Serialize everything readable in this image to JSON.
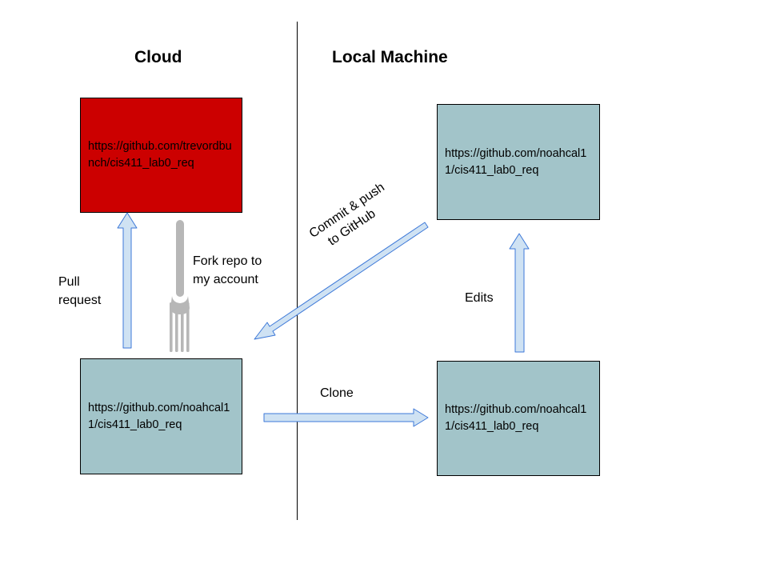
{
  "headings": {
    "cloud": "Cloud",
    "local": "Local Machine"
  },
  "boxes": {
    "upstream": {
      "url": "https://github.com/trevordbunch/cis411_lab0_req",
      "fill": "#cc0000"
    },
    "fork": {
      "url": "https://github.com/noahcal11/cis411_lab0_req",
      "fill": "#a2c4c9"
    },
    "local_edited": {
      "url": "https://github.com/noahcal11/cis411_lab0_req",
      "fill": "#a2c4c9"
    },
    "local_clone": {
      "url": "https://github.com/noahcal11/cis411_lab0_req",
      "fill": "#a2c4c9"
    }
  },
  "labels": {
    "pull_request": [
      "Pull",
      "request"
    ],
    "fork_repo": [
      "Fork repo to",
      "my account"
    ],
    "commit_push": [
      "Commit & push",
      "to GitHub"
    ],
    "edits": "Edits",
    "clone": "Clone"
  },
  "colors": {
    "arrow_fill": "#cfe2f3",
    "arrow_stroke": "#3c78d8",
    "fork_icon": "#b7b7b7"
  },
  "icons": [
    "fork-icon"
  ]
}
